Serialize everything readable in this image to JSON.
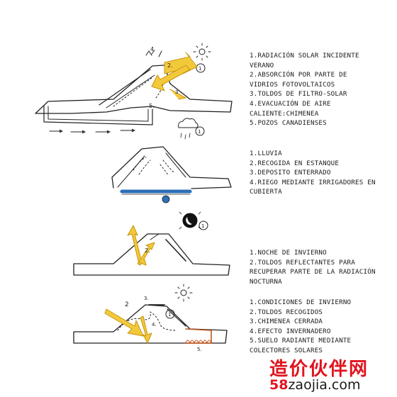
{
  "panels": [
    {
      "id": "summer",
      "items": [
        "1.RADIACIÓN SOLAR INCIDENTE VERANO",
        "2.ABSORCIÓN POR PARTE DE VIDRIOS FOTOVOLTAICOS",
        "3.TOLDOS DE FILTRO-SOLAR",
        "4.EVACUACIÓN DE AIRE CALIENTE:CHIMENEA",
        "5.POZOS CANADIENSES"
      ],
      "lines": [
        "1.RADIACIÓN SOLAR INCIDENTE",
        "VERANO",
        "2.ABSORCIÓN POR PARTE DE",
        "VIDRIOS FOTOVOLTAICOS",
        "3.TOLDOS DE FILTRO-SOLAR",
        "4.EVACUACIÓN DE AIRE",
        "CALIENTE:CHIMENEA",
        "5.POZOS CANADIENSES"
      ],
      "sketch_labels": [
        "4",
        "2.",
        "1",
        "3",
        "5."
      ]
    },
    {
      "id": "rain",
      "lines": [
        "1.LLUVIA",
        "2.RECOGIDA EN ESTANQUE",
        "3.DEPOSITO ENTERRADO",
        "4.RIEGO MEDIANTE IRRIGADORES EN",
        "CUBIERTA"
      ],
      "sketch_labels": [
        "1"
      ]
    },
    {
      "id": "winter-night",
      "lines": [
        "1.NOCHE DE INVIERNO",
        "2.TOLDOS REFLECTANTES PARA",
        "RECUPERAR PARTE DE LA RADIACIÓN",
        "NOCTURNA"
      ],
      "sketch_labels": [
        "2.",
        "1"
      ]
    },
    {
      "id": "winter-day",
      "lines": [
        "1.CONDICIONES DE INVIERNO",
        "2.TOLDOS RECOGIDOS",
        "3.CHIMENEA CERRADA",
        "4.EFECTO INVERNADERO",
        "5.SUELO RADIANTE MEDIANTE",
        "COLECTORES SOLARES"
      ],
      "sketch_labels": [
        "3.",
        "2",
        "4.",
        "1",
        "5."
      ]
    }
  ],
  "watermark": {
    "chinese": "造价伙伴网",
    "url_number": "58",
    "url_rest": "zaojia.com"
  },
  "colors": {
    "arrow_fill": "#f3c93c",
    "arrow_stroke": "#c8960c",
    "water": "#2d6fb8",
    "heating_coil": "#c0541c",
    "ink": "#222222",
    "watermark_red": "#e0141e"
  },
  "icons": [
    "sun-icon",
    "cloud-icon",
    "moon-icon",
    "sun-icon"
  ]
}
